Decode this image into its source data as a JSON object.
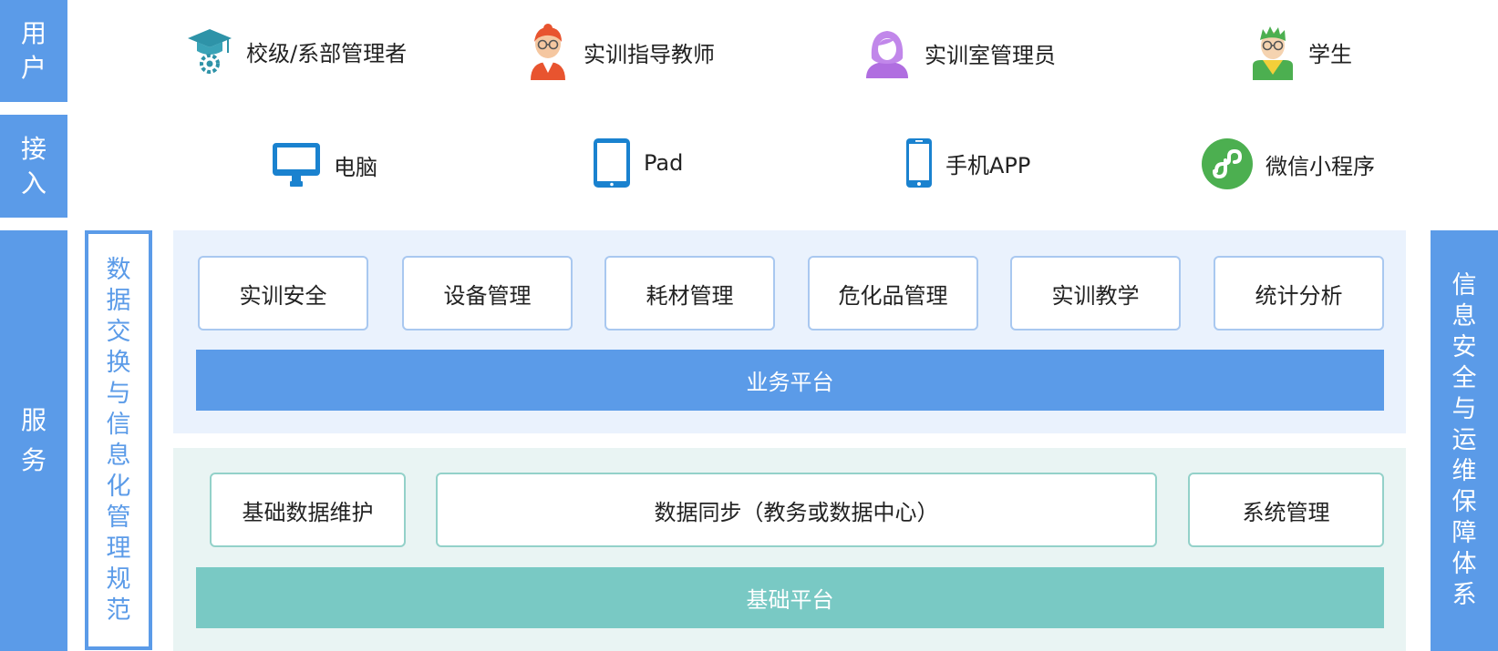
{
  "colors": {
    "blue": "#5b9be8",
    "teal": "#79c9c4",
    "biz_bg": "#eaf2fd",
    "base_bg": "#e9f4f3"
  },
  "layers": {
    "user": [
      "用",
      "户"
    ],
    "access": [
      "接",
      "入"
    ],
    "service": [
      "服",
      "务"
    ]
  },
  "users": [
    {
      "icon": "graduation-cap-gear-icon",
      "label": "校级/系部管理者"
    },
    {
      "icon": "teacher-avatar-icon",
      "label": "实训指导教师"
    },
    {
      "icon": "woman-avatar-icon",
      "label": "实训室管理员"
    },
    {
      "icon": "student-avatar-icon",
      "label": "学生"
    }
  ],
  "access": [
    {
      "icon": "desktop-monitor-icon",
      "label": "电脑"
    },
    {
      "icon": "tablet-icon",
      "label": "Pad"
    },
    {
      "icon": "mobile-phone-icon",
      "label": "手机APP"
    },
    {
      "icon": "wechat-miniprogram-icon",
      "label": "微信小程序"
    }
  ],
  "left_spec": [
    "数",
    "据",
    "交",
    "换",
    "与",
    "信",
    "息",
    "化",
    "管",
    "理",
    "规",
    "范"
  ],
  "right_spec": [
    "信",
    "息",
    "安",
    "全",
    "与",
    "运",
    "维",
    "保",
    "障",
    "体",
    "系"
  ],
  "business": {
    "modules": [
      "实训安全",
      "设备管理",
      "耗材管理",
      "危化品管理",
      "实训教学",
      "统计分析"
    ],
    "platform": "业务平台"
  },
  "base": {
    "modules": [
      "基础数据维护",
      "数据同步（教务或数据中心）",
      "系统管理"
    ],
    "platform": "基础平台"
  }
}
